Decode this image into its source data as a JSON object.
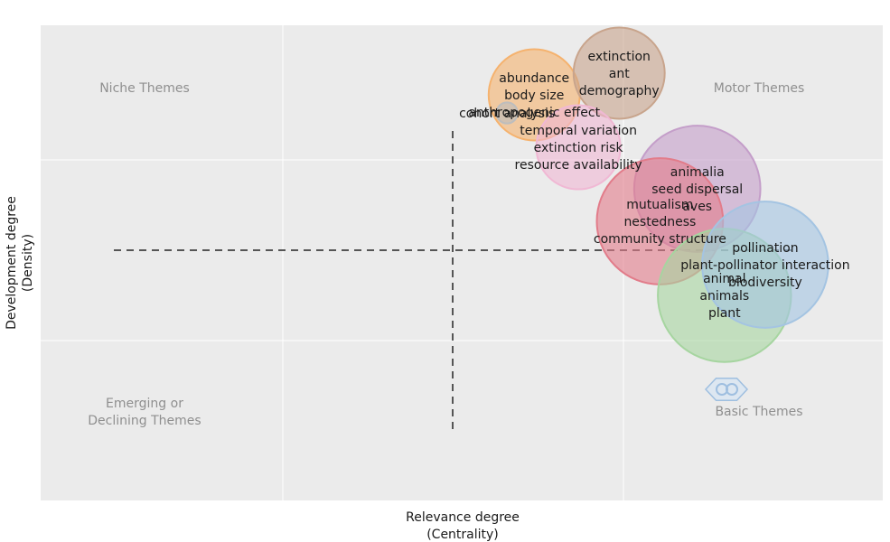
{
  "chart_data": {
    "type": "bubble",
    "title": "",
    "xlabel": [
      "Relevance degree",
      "(Centrality)"
    ],
    "ylabel": [
      "Development degree",
      "(Density)"
    ],
    "grid": true,
    "quadrants": {
      "top_left": [
        "Niche Themes"
      ],
      "top_right": [
        "Motor Themes"
      ],
      "bottom_left": [
        "Emerging or",
        "Declining Themes"
      ],
      "bottom_right": [
        "Basic Themes"
      ]
    },
    "clusters": [
      {
        "name": "abundance",
        "labels": [
          "abundance",
          "body size",
          "anthropogenic effect"
        ],
        "centrality": 0.24,
        "density": 0.86,
        "size": 0.52,
        "color": "#f5b26e"
      },
      {
        "name": "cohort analysis",
        "labels": [
          "cohort analysis"
        ],
        "centrality": 0.16,
        "density": 0.76,
        "size": 0.12,
        "color": "#bdbdbd"
      },
      {
        "name": "extinction",
        "labels": [
          "extinction",
          "ant",
          "demography"
        ],
        "centrality": 0.49,
        "density": 0.98,
        "size": 0.52,
        "color": "#c8a48c"
      },
      {
        "name": "temporal variation",
        "labels": [
          "temporal variation",
          "extinction risk",
          "resource availability"
        ],
        "centrality": 0.37,
        "density": 0.57,
        "size": 0.48,
        "color": "#f0b8d4"
      },
      {
        "name": "animalia",
        "labels": [
          "animalia",
          "seed dispersal",
          "aves"
        ],
        "centrality": 0.72,
        "density": 0.34,
        "size": 0.72,
        "color": "#c49ec9"
      },
      {
        "name": "mutualism",
        "labels": [
          "mutualism",
          "nestedness",
          "community structure"
        ],
        "centrality": 0.61,
        "density": 0.16,
        "size": 0.72,
        "color": "#e27c8a"
      },
      {
        "name": "animal",
        "labels": [
          "animal",
          "animals",
          "plant"
        ],
        "centrality": 0.8,
        "density": -0.25,
        "size": 0.76,
        "color": "#a6d5a0"
      },
      {
        "name": "pollination",
        "labels": [
          "pollination",
          "plant-pollinator interaction",
          "biodiversity"
        ],
        "centrality": 0.92,
        "density": -0.08,
        "size": 0.72,
        "color": "#a4c4e2"
      }
    ]
  }
}
